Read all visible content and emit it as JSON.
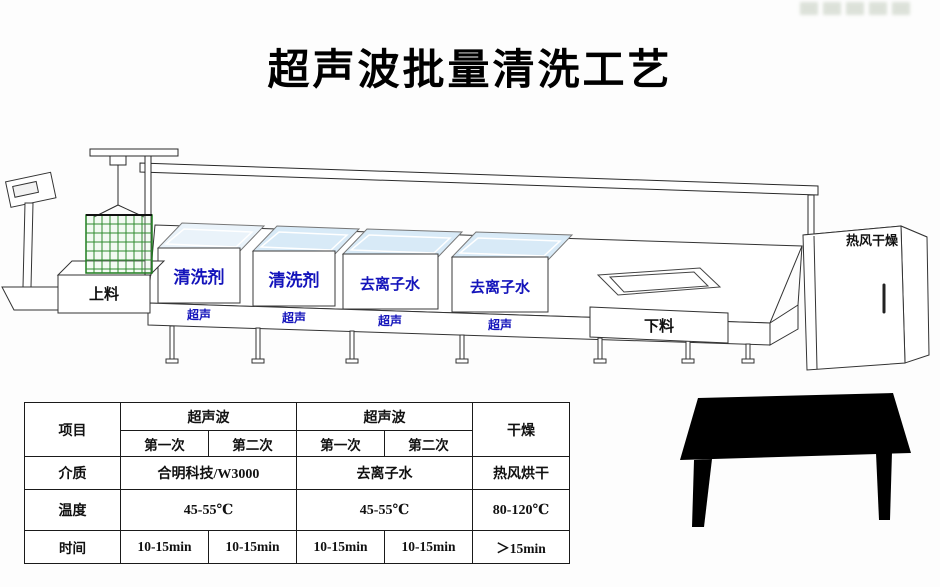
{
  "page": {
    "title": "超声波批量清洗工艺"
  },
  "machine": {
    "loading_label": "上料",
    "unloading_label": "下料",
    "tanks": [
      "清洗剂",
      "清洗剂",
      "去离子水",
      "去离子水"
    ],
    "ultrasonic_label": "超声",
    "dryer_label": "热风干燥"
  },
  "colors": {
    "label_blue": "#1414bb",
    "basket_green": "#2e8b2e",
    "lid_blue": "#d8eaf7"
  },
  "process_table": {
    "col_item": "项目",
    "group1": "超声波",
    "group2": "超声波",
    "col_dry": "干燥",
    "pass_labels": [
      "第一次",
      "第二次",
      "第一次",
      "第二次"
    ],
    "rows": {
      "medium": {
        "label": "介质",
        "ultrasonic1": "合明科技/W3000",
        "ultrasonic2": "去离子水",
        "dry": "热风烘干"
      },
      "temperature": {
        "label": "温度",
        "ultrasonic1": "45-55℃",
        "ultrasonic2": "45-55℃",
        "dry": "80-120℃"
      },
      "time": {
        "label": "时间",
        "cells": [
          "10-15min",
          "10-15min",
          "10-15min",
          "10-15min",
          "＞15min"
        ]
      }
    }
  }
}
